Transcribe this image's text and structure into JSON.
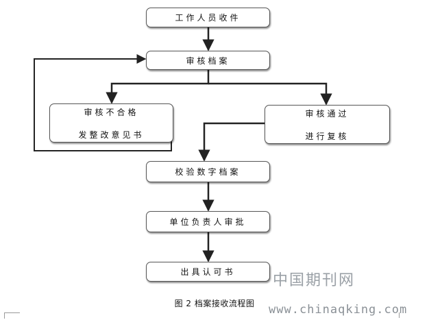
{
  "flowchart": {
    "nodes": {
      "receive": "工作人员收件",
      "review": "审核档案",
      "fail_line1": "审核不合格",
      "fail_line2": "发整改意见书",
      "pass_line1": "审核通过",
      "pass_line2": "进行复核",
      "verify": "校验数字档案",
      "approve": "单位负责人审批",
      "certificate": "出具认可书"
    }
  },
  "caption": "图 2 档案接收流程图",
  "watermark": {
    "cn": "中国期刊网",
    "url": "www.chinaqking.com"
  },
  "colors": {
    "line": "#222222",
    "border": "#555555",
    "watermark": "#9aa0a6"
  }
}
